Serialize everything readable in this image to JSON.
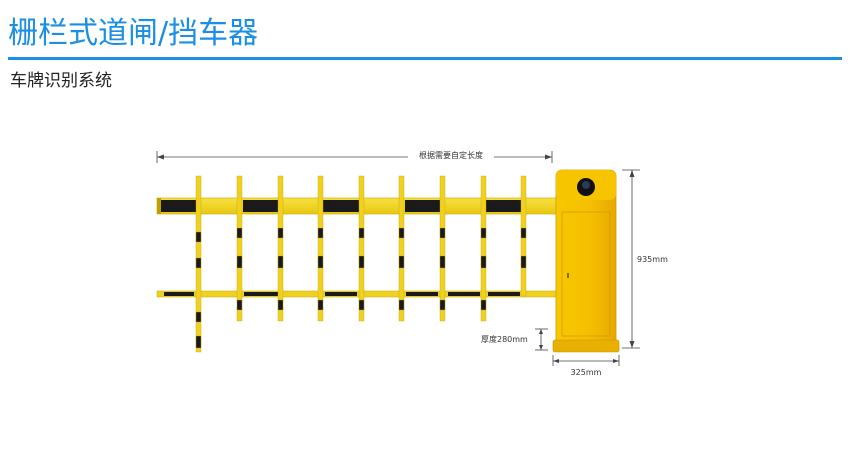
{
  "header": {
    "title": "栅栏式道闸/挡车器",
    "subtitle": "车牌识别系统"
  },
  "dimensions": {
    "length_label": "根据需要自定长度",
    "height_label": "935mm",
    "thickness_label": "厚度280mm",
    "width_label": "325mm"
  },
  "colors": {
    "accent": "#1a8fe3",
    "arm_yellow": "#f2d21a",
    "cabinet_yellow": "#f5c400",
    "stripe_black": "#1a1a1a"
  }
}
